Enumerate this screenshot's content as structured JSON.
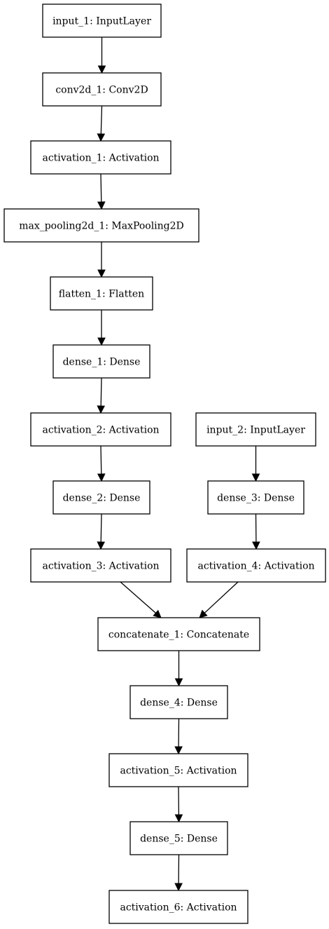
{
  "diagram": {
    "type": "keras-model-graph",
    "nodes": [
      {
        "id": "input_1",
        "label": "input_1: InputLayer"
      },
      {
        "id": "conv2d_1",
        "label": "conv2d_1: Conv2D"
      },
      {
        "id": "activation_1",
        "label": "activation_1: Activation"
      },
      {
        "id": "max_pooling2d_1",
        "label": "max_pooling2d_1: MaxPooling2D"
      },
      {
        "id": "flatten_1",
        "label": "flatten_1: Flatten"
      },
      {
        "id": "dense_1",
        "label": "dense_1: Dense"
      },
      {
        "id": "activation_2",
        "label": "activation_2: Activation"
      },
      {
        "id": "input_2",
        "label": "input_2: InputLayer"
      },
      {
        "id": "dense_2",
        "label": "dense_2: Dense"
      },
      {
        "id": "dense_3",
        "label": "dense_3: Dense"
      },
      {
        "id": "activation_3",
        "label": "activation_3: Activation"
      },
      {
        "id": "activation_4",
        "label": "activation_4: Activation"
      },
      {
        "id": "concatenate_1",
        "label": "concatenate_1: Concatenate"
      },
      {
        "id": "dense_4",
        "label": "dense_4: Dense"
      },
      {
        "id": "activation_5",
        "label": "activation_5: Activation"
      },
      {
        "id": "dense_5",
        "label": "dense_5: Dense"
      },
      {
        "id": "activation_6",
        "label": "activation_6: Activation"
      }
    ],
    "edges": [
      {
        "from": "input_1",
        "to": "conv2d_1"
      },
      {
        "from": "conv2d_1",
        "to": "activation_1"
      },
      {
        "from": "activation_1",
        "to": "max_pooling2d_1"
      },
      {
        "from": "max_pooling2d_1",
        "to": "flatten_1"
      },
      {
        "from": "flatten_1",
        "to": "dense_1"
      },
      {
        "from": "dense_1",
        "to": "activation_2"
      },
      {
        "from": "activation_2",
        "to": "dense_2"
      },
      {
        "from": "input_2",
        "to": "dense_3"
      },
      {
        "from": "dense_2",
        "to": "activation_3"
      },
      {
        "from": "dense_3",
        "to": "activation_4"
      },
      {
        "from": "activation_3",
        "to": "concatenate_1"
      },
      {
        "from": "activation_4",
        "to": "concatenate_1"
      },
      {
        "from": "concatenate_1",
        "to": "dense_4"
      },
      {
        "from": "dense_4",
        "to": "activation_5"
      },
      {
        "from": "activation_5",
        "to": "dense_5"
      },
      {
        "from": "dense_5",
        "to": "activation_6"
      }
    ]
  }
}
